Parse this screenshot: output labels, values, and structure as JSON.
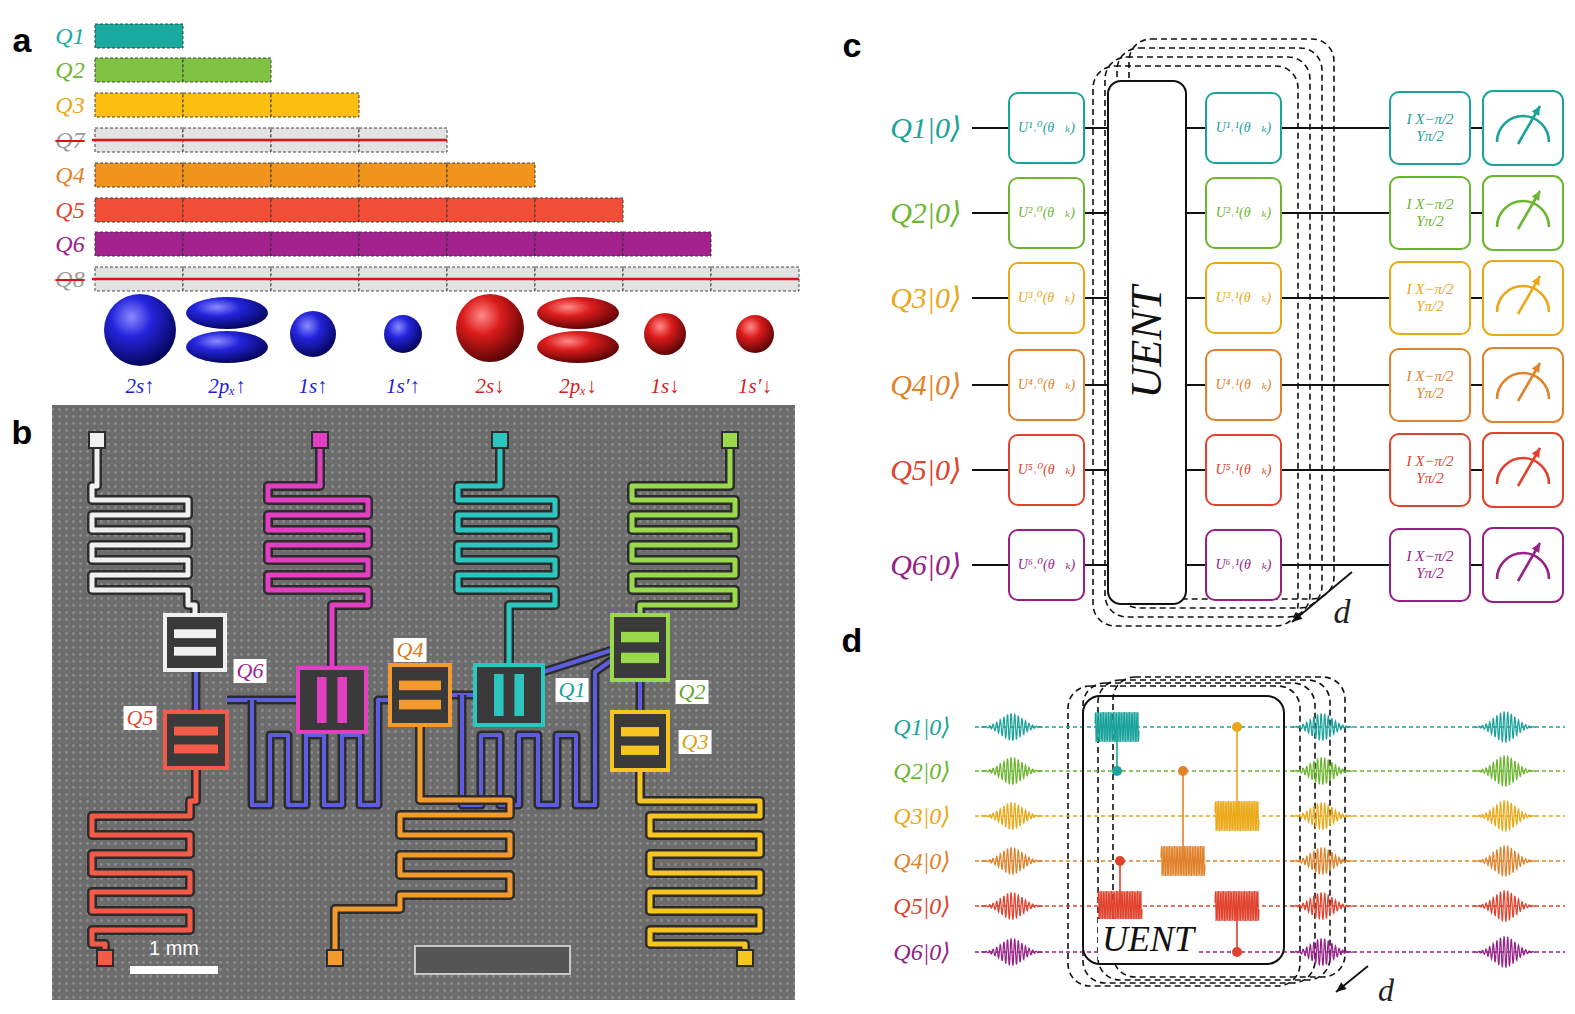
{
  "diagram": {
    "nodes": [
      {
        "text": [
          "U¹˒⁰(θ⃗ₖ)"
        ]
      },
      {
        "text": [
          "U²˒⁰(θ⃗ₖ)"
        ]
      },
      {
        "text": [
          "U³˒⁰(θ⃗ₖ)"
        ]
      },
      {
        "text": [
          "U⁴˒⁰(θ⃗ₖ)"
        ]
      },
      {
        "text": [
          "U⁵˒⁰(θ⃗ₖ)"
        ]
      },
      {
        "text": [
          "U⁶˒⁰(θ⃗ₖ)"
        ]
      },
      {
        "text": [
          "UENT"
        ]
      },
      {
        "text": [
          "U¹˒¹(θ⃗ₖ)"
        ]
      },
      {
        "text": [
          "U²˒¹(θ⃗ₖ)"
        ]
      },
      {
        "text": [
          "U³˒¹(θ⃗ₖ)"
        ]
      },
      {
        "text": [
          "U⁴˒¹(θ⃗ₖ)"
        ]
      },
      {
        "text": [
          "U⁵˒¹(θ⃗ₖ)"
        ]
      },
      {
        "text": [
          "U⁶˒¹(θ⃗ₖ)"
        ]
      },
      {
        "text": [
          "I X−π/2 Yπ/2"
        ]
      },
      {
        "text": [
          "I X−π/2 Yπ/2"
        ]
      },
      {
        "text": [
          "I X−π/2 Yπ/2"
        ]
      },
      {
        "text": [
          "I X−π/2 Yπ/2"
        ]
      },
      {
        "text": [
          "I X−π/2 Yπ/2"
        ]
      },
      {
        "text": [
          "I X−π/2 Yπ/2"
        ]
      },
      {
        "text": [
          "UENT"
        ]
      }
    ],
    "edges": [
      {
        "from": 0,
        "to": 6,
        "arrow": "none"
      },
      {
        "from": 1,
        "to": 6,
        "arrow": "none"
      },
      {
        "from": 2,
        "to": 6,
        "arrow": "none"
      },
      {
        "from": 3,
        "to": 6,
        "arrow": "none"
      },
      {
        "from": 4,
        "to": 6,
        "arrow": "none"
      },
      {
        "from": 5,
        "to": 6,
        "arrow": "none"
      },
      {
        "from": 6,
        "to": 7,
        "arrow": "none"
      },
      {
        "from": 6,
        "to": 8,
        "arrow": "none"
      },
      {
        "from": 6,
        "to": 9,
        "arrow": "none"
      },
      {
        "from": 6,
        "to": 10,
        "arrow": "none"
      },
      {
        "from": 6,
        "to": 11,
        "arrow": "none"
      },
      {
        "from": 6,
        "to": 12,
        "arrow": "none"
      },
      {
        "from": 7,
        "to": 13,
        "arrow": "none"
      },
      {
        "from": 8,
        "to": 14,
        "arrow": "none"
      },
      {
        "from": 9,
        "to": 15,
        "arrow": "none"
      },
      {
        "from": 10,
        "to": 16,
        "arrow": "none"
      },
      {
        "from": 11,
        "to": 17,
        "arrow": "none"
      },
      {
        "from": 12,
        "to": 18,
        "arrow": "none"
      }
    ],
    "labels": [
      "a",
      "Q1",
      "Q2",
      "Q3",
      "Q7",
      "Q4",
      "Q5",
      "Q6",
      "Q8",
      "2s↑",
      "2pₓ↑",
      "1s↑",
      "1s′↑",
      "2s↓",
      "2pₓ↓",
      "1s↓",
      "1s′↓",
      "b",
      "Q6",
      "Q4",
      "Q1",
      "Q2",
      "Q5",
      "Q3",
      "1 mm",
      "c",
      "Q1|0⟩",
      "Q2|0⟩",
      "Q3|0⟩",
      "Q4|0⟩",
      "Q5|0⟩",
      "Q6|0⟩",
      "d",
      "d",
      "Q1|0⟩",
      "Q2|0⟩",
      "Q3|0⟩",
      "Q4|0⟩",
      "Q5|0⟩",
      "Q6|0⟩",
      "d"
    ]
  }
}
